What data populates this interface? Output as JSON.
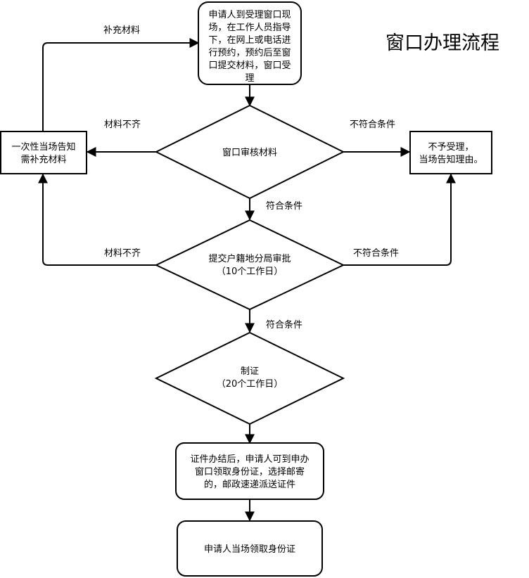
{
  "title": "窗口办理流程",
  "nodes": {
    "apply": [
      "申请人到受理窗口现",
      "场，在工作人员指导",
      "下，在网上或电话进",
      "行预约，预约后至窗",
      "口提交材料，窗口受",
      "理"
    ],
    "review": [
      "窗口审核材料"
    ],
    "supplement": [
      "一次性当场告知",
      "需补充材料"
    ],
    "reject": [
      "不予受理，",
      "当场告知理由。"
    ],
    "bureau": [
      "提交户籍地分局审批",
      "（10个工作日）"
    ],
    "produce": [
      "制证",
      "（20个工作日）"
    ],
    "collect": [
      "证件办结后，申请人可到申办",
      "窗口领取身份证，选择邮寄",
      "的，邮政速递派送证件"
    ],
    "onsite": [
      "申请人当场领取身份证"
    ]
  },
  "edges": {
    "supplement_back": "补充材料",
    "incomplete_1": "材料不齐",
    "incomplete_2": "材料不齐",
    "unqualified_1": "不符合条件",
    "unqualified_2": "不符合条件",
    "qualified_1": "符合条件",
    "qualified_2": "符合条件"
  }
}
